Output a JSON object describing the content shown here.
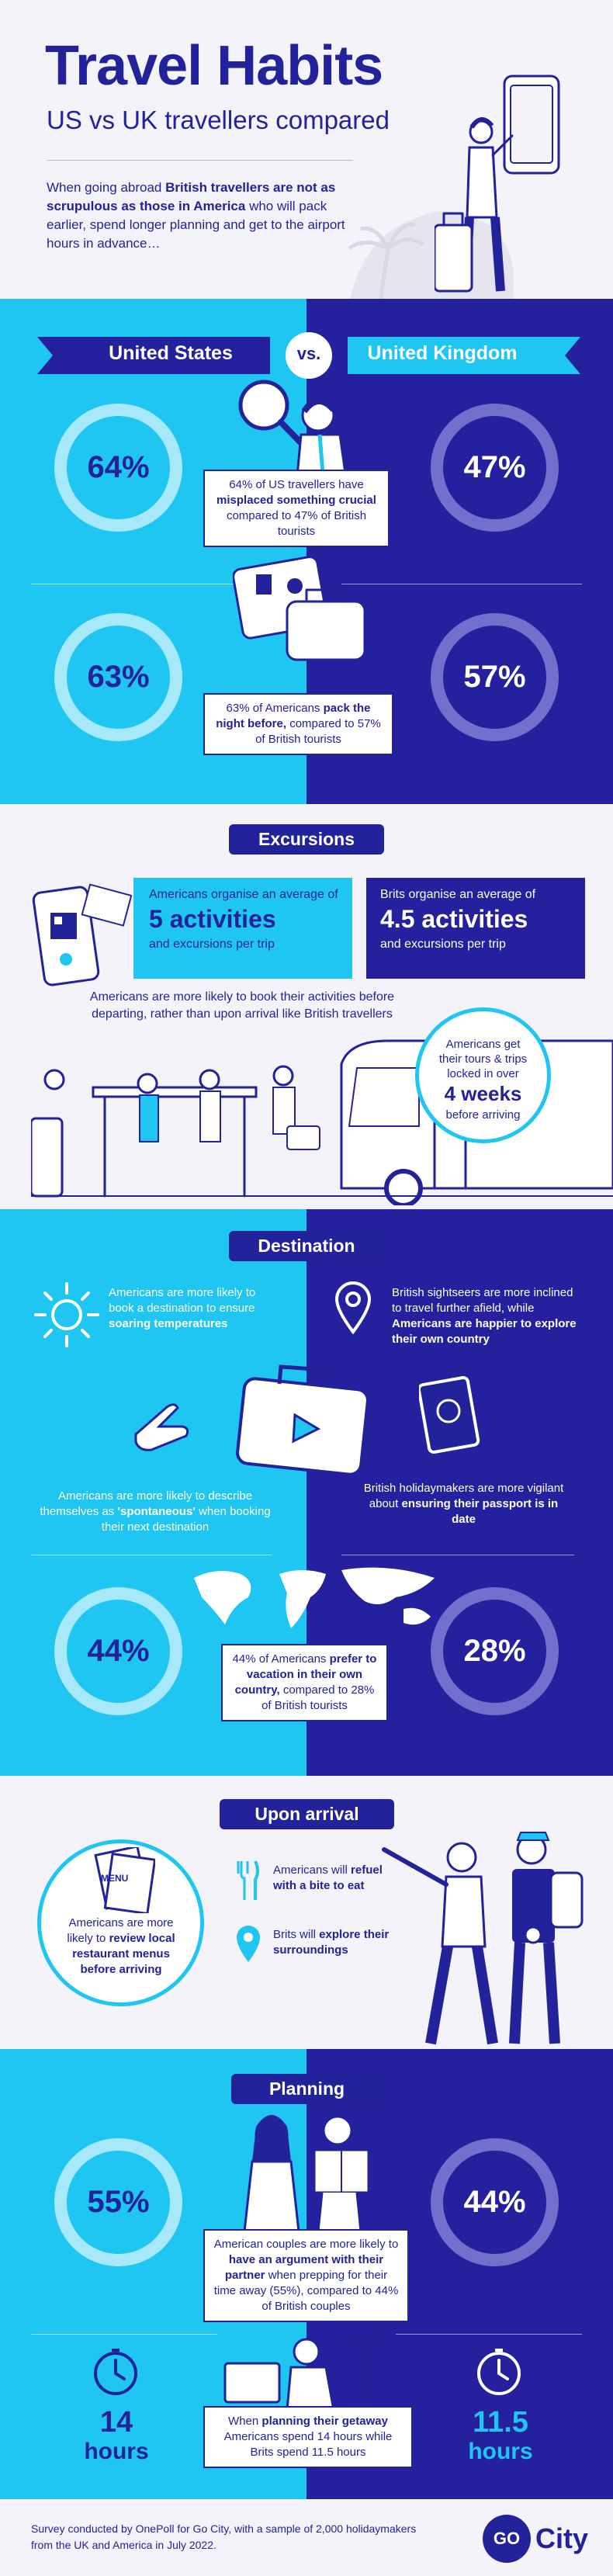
{
  "header": {
    "title": "Travel Habits",
    "subtitle": "US vs UK travellers compared",
    "intro_pre": "When going abroad ",
    "intro_bold": "British travellers are not as scrupulous as those in America",
    "intro_post": " who will pack earlier, spend longer planning and get to the airport hours in advance…"
  },
  "banner": {
    "left": "United States",
    "vs": "vs.",
    "right": "United Kingdom"
  },
  "comparison": {
    "stat1": {
      "us_pct": "64%",
      "uk_pct": "47%",
      "us_value": 64,
      "uk_value": 47,
      "text_pre": "64% of US travellers have ",
      "text_bold": "misplaced something crucial",
      "text_post": " compared to 47% of British tourists"
    },
    "stat2": {
      "us_pct": "63%",
      "uk_pct": "57%",
      "us_value": 63,
      "uk_value": 57,
      "text_pre": "63% of Americans ",
      "text_bold": "pack the night before,",
      "text_post": " compared to 57% of British tourists"
    }
  },
  "excursions": {
    "heading": "Excursions",
    "us_pre": "Americans organise an average of",
    "us_big": "5 activities",
    "us_post": "and excursions per trip",
    "uk_pre": "Brits organise an average of",
    "uk_big": "4.5 activities",
    "uk_post": "and excursions per trip",
    "booking": "Americans are more likely to book their activities before departing, rather than upon arrival like British travellers",
    "booking_bold": "before departing",
    "circle_pre": "Americans get their tours & trips locked in over",
    "circle_big": "4 weeks",
    "circle_post": "before arriving"
  },
  "destination": {
    "heading": "Destination",
    "us_weather_pre": "Americans are more likely to book a destination to ensure",
    "us_weather_bold": "soaring temperatures",
    "uk_explore_pre": "British sightseers are more inclined to travel further afield, while",
    "uk_explore_bold": "Americans are happier to explore their own country",
    "us_spont_pre": "Americans are more likely to describe themselves as",
    "us_spont_bold": "'spontaneous'",
    "us_spont_post": "when booking their next destination",
    "uk_passport_pre": "British holidaymakers are more vigilant about",
    "uk_passport_bold": "ensuring their passport is in date",
    "us_pct": "44%",
    "uk_pct": "28%",
    "us_value": 44,
    "uk_value": 28,
    "own_country_pre": "44% of Americans",
    "own_country_bold": "prefer to vacation in their own country,",
    "own_country_post": "compared to 28% of British tourists"
  },
  "arrival": {
    "heading": "Upon arrival",
    "menu_label": "MENU",
    "menu_pre": "Americans are more likely to",
    "menu_bold": "review local restaurant menus before arriving",
    "refuel_pre": "Americans will",
    "refuel_bold": "refuel with a bite to eat",
    "explore_pre": "Brits will",
    "explore_bold": "explore their surroundings"
  },
  "planning": {
    "heading": "Planning",
    "us_pct": "55%",
    "uk_pct": "44%",
    "us_value": 55,
    "uk_value": 44,
    "argue_pre": "American couples are more likely to",
    "argue_bold": "have an argument with their partner",
    "argue_post": "when prepping for their time away (55%), compared to 44% of British couples",
    "us_hours": "14",
    "us_hours_unit": "hours",
    "uk_hours": "11.5",
    "uk_hours_unit": "hours",
    "getaway_pre": "When",
    "getaway_bold": "planning their getaway",
    "getaway_post": "Americans spend 14 hours while Brits spend 11.5 hours"
  },
  "footer": {
    "note": "Survey conducted by OnePoll for Go City, with a sample of 2,000 holidaymakers from the UK and America in July 2022.",
    "logo_mark": "GO",
    "logo_word": "City"
  },
  "colors": {
    "navy": "#22229b",
    "cyan": "#1fc6f1",
    "light_cyan": "#a7e9fb",
    "lavender": "#7370cd",
    "paper": "#f4f3f9"
  }
}
